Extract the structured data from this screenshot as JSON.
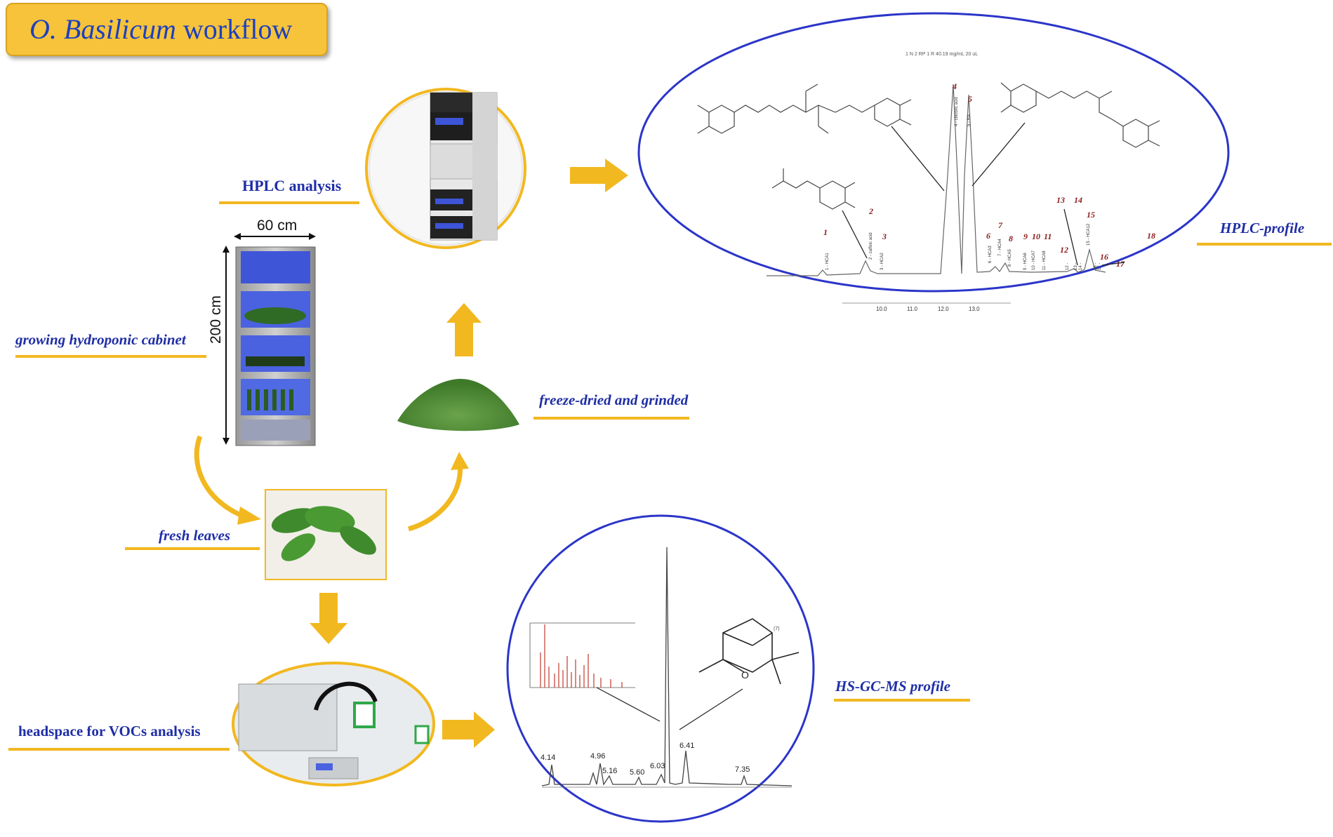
{
  "title": {
    "italic": "O. Basilicum",
    "rest": " workflow"
  },
  "labels": {
    "hplc_analysis": "HPLC analysis",
    "growing_cabinet": "growing hydroponic cabinet",
    "fresh_leaves": "fresh leaves",
    "freeze_dried": "freeze-dried and grinded",
    "headspace": "headspace for VOCs analysis",
    "hplc_profile": "HPLC-profile",
    "gcms_profile": "HS-GC-MS profile"
  },
  "cabinet": {
    "width_label": "60 cm",
    "height_label": "200 cm"
  },
  "hplc_chart": {
    "header": "1 N 2 RP 1 R 40.19 mg/mL 20 uL",
    "x_ticks": [
      "10.0",
      "11.0",
      "12.0",
      "13.0"
    ],
    "peak_numbers": [
      "1",
      "2",
      "3",
      "4",
      "5",
      "6",
      "7",
      "8",
      "9",
      "10",
      "11",
      "12",
      "13",
      "14",
      "15",
      "16",
      "17",
      "18"
    ],
    "peak_names": [
      "1 - HCA1",
      "2 - caffeic acid",
      "3 - HCA2",
      "4 - chicoric acid",
      "5 - RA",
      "6 - HCA3",
      "7 - HCA4",
      "8 - HCA5",
      "9 - HCA6",
      "10 - HCA7",
      "11 - HCA8",
      "12 -",
      "13 -",
      "14 -",
      "15 - HCA12",
      "16 -",
      "17 -"
    ]
  },
  "gcms_chart": {
    "peak_labels": [
      "4.14",
      "4.96",
      "5.16",
      "5.60",
      "6.03",
      "6.41",
      "7.35"
    ],
    "stereo_mark": "(7)",
    "oxygen": "O"
  },
  "colors": {
    "accent_yellow": "#f2b820",
    "label_blue": "#1f2ea6",
    "circle_blue": "#2b35c9",
    "peak_red": "#8b1a1a"
  }
}
